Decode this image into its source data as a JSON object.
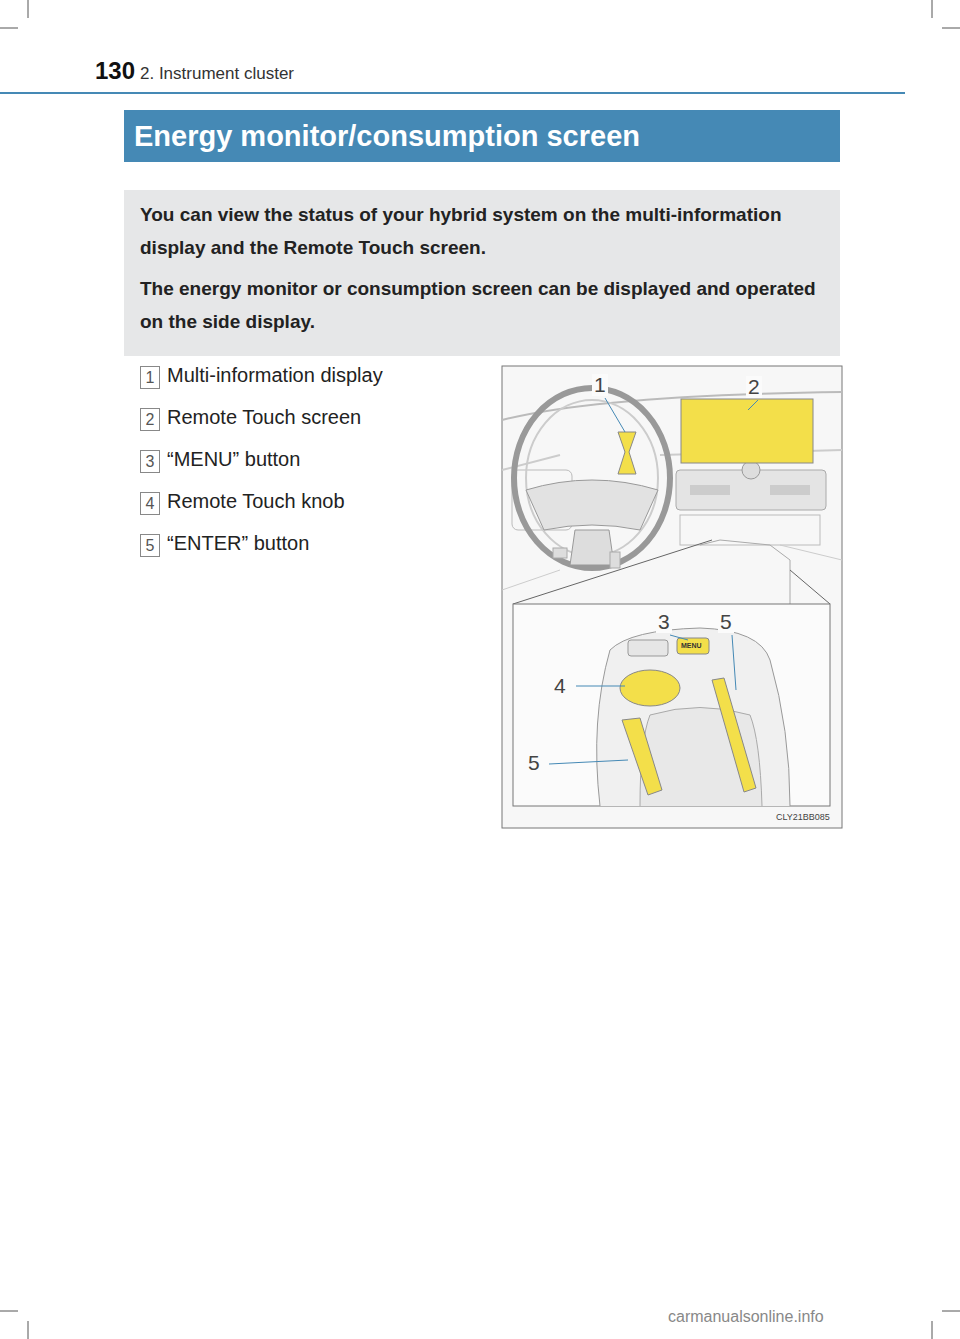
{
  "diagram": {
    "title": "Energy monitor/consumption screen",
    "nodes": [
      {
        "text": [
          "You can view the status of your hybrid system on the multi-information display and the Remote Touch screen.",
          "The energy monitor or consumption screen can be displayed and operated on the side display."
        ]
      }
    ],
    "labels": [
      "130",
      "2. Instrument cluster",
      "1",
      "Multi-information display",
      "2",
      "Remote Touch screen",
      "3",
      "“MENU” button",
      "4",
      "Remote Touch knob",
      "5",
      "“ENTER” button",
      "1",
      "2",
      "3",
      "5",
      "4",
      "5",
      "MENU",
      "CLY21BB085",
      "carmanualsonline.info"
    ]
  }
}
